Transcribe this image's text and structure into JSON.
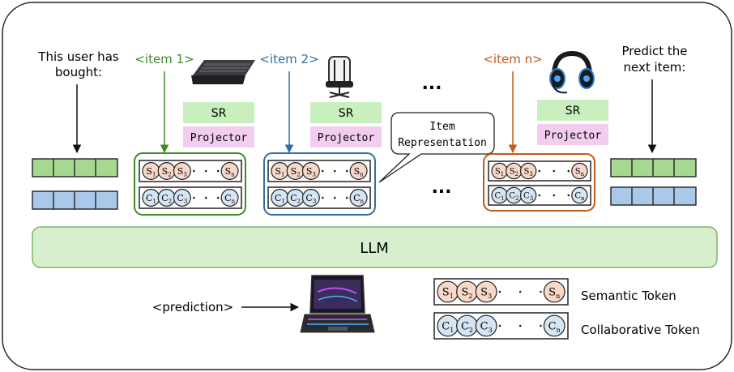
{
  "intro_text": [
    "This user has",
    "bought:"
  ],
  "predict_text": [
    "Predict the",
    "next item:"
  ],
  "items": [
    {
      "label": "<item 1>",
      "color": "#3f8a2a",
      "icon": "keyboard-icon"
    },
    {
      "label": "<item 2>",
      "color": "#2f6fa7",
      "icon": "office-chair-icon"
    },
    {
      "label": "<item n>",
      "color": "#c05a1c",
      "icon": "gaming-headset-icon"
    }
  ],
  "ellipsis": "...",
  "sr_label": "SR",
  "projector_label": "Projector",
  "callout": [
    "Item",
    "Representation"
  ],
  "llm_label": "LLM",
  "prediction_label": "<prediction>",
  "prediction_icon": "gaming-laptop-icon",
  "semantic_tokens": {
    "prefix": "S",
    "subs": [
      "1",
      "2",
      "3",
      "n"
    ]
  },
  "collab_tokens": {
    "prefix": "C",
    "subs": [
      "1",
      "2",
      "3",
      "n"
    ]
  },
  "legend": {
    "semantic": "Semantic Token",
    "collaborative": "Collaborative Token"
  },
  "colors": {
    "sr_fill": "#c9efbf",
    "projector_fill": "#f3cdef",
    "llm_fill": "#d8efcd",
    "llm_stroke": "#7fb56d",
    "semantic_token_fill": "#f6d9c8",
    "collab_token_fill": "#d6e5f4",
    "green_embed": "#a6d98f",
    "blue_embed": "#a9c8ea"
  }
}
